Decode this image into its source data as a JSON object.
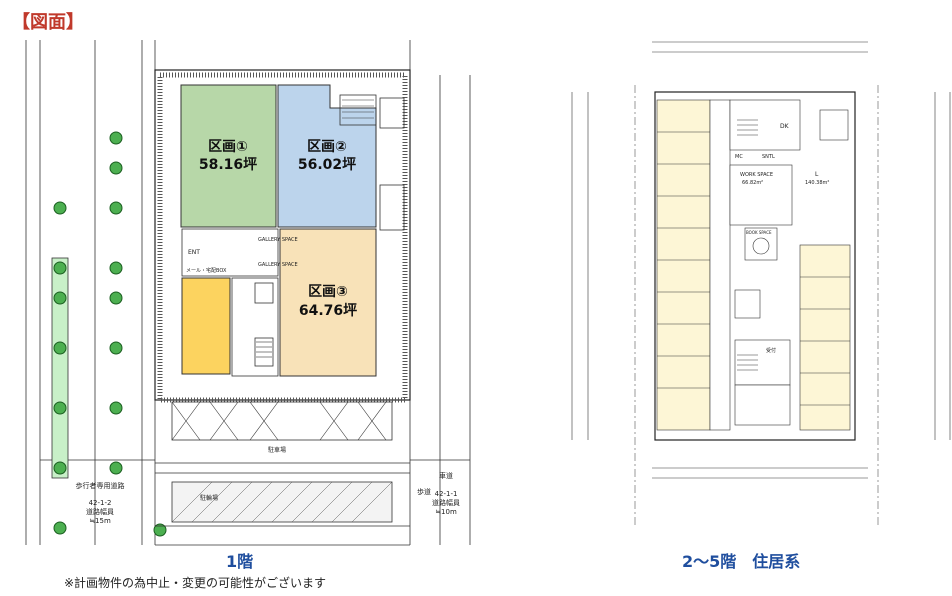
{
  "header": {
    "title": "【図面】"
  },
  "plan1": {
    "floor_label": "1階",
    "sections": [
      {
        "name": "区画①",
        "area": "58.16坪",
        "color": "#b7d7a8"
      },
      {
        "name": "区画②",
        "area": "56.02坪",
        "color": "#bcd4ec"
      },
      {
        "name": "区画③",
        "area": "64.76坪",
        "color": "#f8e2b8"
      }
    ],
    "unlabeled_color": "#fcd35f",
    "labels": {
      "road_left": "歩行者専用道路",
      "road_left_code": "42-1-2",
      "road_left_width": "道路幅員",
      "road_left_width_val": "≒15m",
      "road_right": "車道",
      "road_right_sidewalk": "歩道",
      "road_right_code": "42-1-1",
      "road_right_width": "道路幅員",
      "road_right_width_val": "≒10m",
      "entrance": "ENT",
      "gallery1": "GALLERY SPACE",
      "gallery2": "GALLERY SPACE",
      "mail": "メール・宅配BOX",
      "parking": "駐車場",
      "bike": "駐輪場"
    }
  },
  "plan2": {
    "floor_label": "2～5階　住居系",
    "labels": {
      "dk": "DK",
      "mc": "MC",
      "sntl": "SNTL",
      "l": "L",
      "l_area": "140.38m²",
      "work": "WORK SPACE",
      "work_area": "66.82m²",
      "book": "BOOK SPACE",
      "reception": "受付"
    }
  },
  "footer": {
    "note": "※計画物件の為中止・変更の可能性がございます"
  },
  "colors": {
    "accent_title": "#c0392b",
    "floor_label": "#1f4e9e",
    "tree": "#4caf50",
    "green_strip": "#c8f0c8"
  }
}
